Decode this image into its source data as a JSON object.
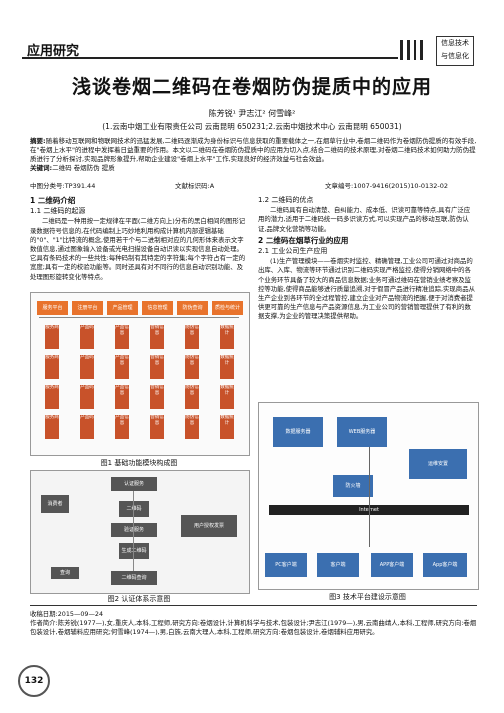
{
  "header": {
    "section": "应用研究",
    "stamp_line1": "信息技术",
    "stamp_line2": "与信息化"
  },
  "article": {
    "title": "浅谈卷烟二维码在卷烟防伪提质中的应用",
    "authors": "陈芳锐¹ 尹志江² 何雪峰²",
    "affiliation": "(1.云南中烟工业有限责任公司 云南昆明 650231;2.云南中烟技术中心 云南昆明 650031)",
    "abstract_label": "摘要:",
    "abstract": "随着移动互联网和物联网技术的迅猛发展,二维码逐渐成为身份标识与信息获取的重要载体之一,在烟草行业中,卷烟二维码作为卷烟防伪提质的有效手段,在\"卷烟上水平\"的进程中发挥着日益重要的作用。本文以二维码在卷烟防伪提质中的应用为切入点,结合二维码的技术原理,对卷烟二维码技术如何助力防伪提质进行了分析探讨,实现品牌形象提升,帮助企业建设\"卷烟上水平\"工作,实现良好的经济效益与社会效益。",
    "keywords_label": "关键词:",
    "keywords": "二维码 卷烟防伪 提质",
    "clc": "中图分类号:TP391.44",
    "doc_code": "文献标识码:A",
    "article_no": "文章编号:1007-9416(2015)10-0132-02"
  },
  "left_column": {
    "h1": "1 二维码介绍",
    "h1_1": "1.1 二维码的起源",
    "p1": "二维码是一种用按一定规律在平面(二维方向上)分布的黑白相间的图形记录数据符号信息的,在代码编制上巧妙地利用构成计算机内部逻辑基础的\"0\"、\"1\"比特流的概念,使用若干个与二进制相对应的几何形体来表示文字数值信息,通过图象输入设备或光电扫描设备自动识读以实现信息自动处理。它具有条码技术的一些共性:每种码制有其特定的字符集;每个字符占有一定的宽度;具有一定的校验功能等。同时还具有对不同行的信息自动识别功能、及处理图形旋转变化等特点。",
    "fig1_caption": "图1 基础功能模块构成图",
    "fig2_caption": "图2 认证体系示意图",
    "fig1_top": [
      "服务平台",
      "注册平台",
      "产品管理",
      "信息管理",
      "防伪查询",
      "质检与统计"
    ],
    "fig1_sub": [
      "服务商",
      "产品码",
      "产品信息",
      "营销信息",
      "防伪信息",
      "数据统计"
    ],
    "fig2_nodes": [
      "认证服务",
      "消费者",
      "二维码",
      "验证服务",
      "用户授权发票",
      "生成二维码",
      "查询",
      "二维码查询"
    ]
  },
  "right_column": {
    "h1_2": "1.2 二维码的优点",
    "p2": "二维码具有自动清楚、自纠能力、成本低、识读可靠等特点,具有广泛应用的潜力,适用于二维码统一码多识读方式,可以实现产品的移动互联,防伪认证,品牌文化营销等功能。",
    "h2": "2 二维码在烟草行业的应用",
    "h2_1": "2.1 工业公司生产应用",
    "p3": "(1)生产管理模块——卷烟实时监控、精确管理,工业公司可通过对商品的出库、入库、物流等环节通过识别二维码实现严格监控,使得分销网络中的各个业务环节具备了较大的商品信息数据;业务可通过维码在营销业绩考察及监控等功能,使得商品能够进行质量追溯,对于假冒产品进行精准追踪,实现商品从生产企业到各环节的全过程管控,建立企业对产品物流的把握,便于对消费者提供更可靠的生产信息与产品资源信息,为工业公司的营销管理提供了有利的数据支撑,为企业的管理决策提供帮助。",
    "fig3_caption": "图3 技术平台建设示意图",
    "fig3_labels": [
      "数据服务器",
      "WEB服务器",
      "运维安置",
      "防火墙",
      "Internet",
      "PC客户端",
      "客户端",
      "APP客户端",
      "App客户端"
    ]
  },
  "footer": {
    "received": "收稿日期:2015—09—24",
    "author_bio": "作者简介:陈芳锐(1977—),女,重庆人,本科,工程师,研究方向:卷烟设计,计算机科学与技术,包装设计;尹志江(1979—),男,云南曲靖人,本科,工程师,研究方向:卷烟包装设计,卷烟辅料应用研究;何雪峰(1974—),男,白族,云南大理人,本科,工程师,研究方向:卷烟包装设计,卷烟辅料应用研究。",
    "page_number": "132"
  },
  "colors": {
    "fig1_top": "#e8732c",
    "fig1_sub": "#c8522a",
    "fig2_box": "#555555",
    "fig3_box": "#3b6fb0"
  }
}
